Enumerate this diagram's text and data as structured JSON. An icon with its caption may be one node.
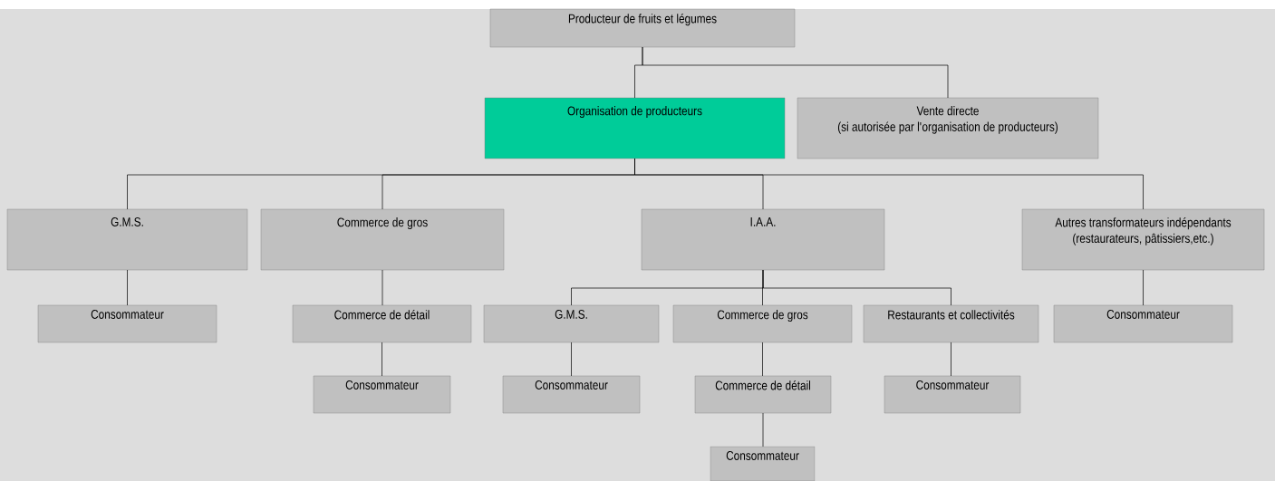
{
  "diagram": {
    "nodes": [
      {
        "text": [
          "Producteur de fruits et légumes"
        ]
      },
      {
        "text": [
          "Organisation de producteurs"
        ]
      },
      {
        "text": [
          "Vente directe",
          "(si autorisée par l'organisation de producteurs)"
        ]
      },
      {
        "text": [
          "G.M.S."
        ]
      },
      {
        "text": [
          "Commerce de gros"
        ]
      },
      {
        "text": [
          "I.A.A."
        ]
      },
      {
        "text": [
          "Autres transformateurs indépendants",
          "(restaurateurs, pâtissiers,etc.)"
        ]
      },
      {
        "text": [
          "Consommateur"
        ]
      },
      {
        "text": [
          "Commerce de détail"
        ]
      },
      {
        "text": [
          "Consommateur"
        ]
      },
      {
        "text": [
          "G.M.S."
        ]
      },
      {
        "text": [
          "Commerce de gros"
        ]
      },
      {
        "text": [
          "Restaurants et collectivités"
        ]
      },
      {
        "text": [
          "Consommateur"
        ]
      },
      {
        "text": [
          "Commerce de détail"
        ]
      },
      {
        "text": [
          "Consommateur"
        ]
      },
      {
        "text": [
          "Consommateur"
        ]
      },
      {
        "text": [
          "Consommateur"
        ]
      }
    ],
    "edges": [
      {
        "from": 0,
        "to": 1,
        "arrow": "none"
      },
      {
        "from": 0,
        "to": 2,
        "arrow": "none"
      },
      {
        "from": 1,
        "to": 3,
        "arrow": "none"
      },
      {
        "from": 1,
        "to": 4,
        "arrow": "none"
      },
      {
        "from": 1,
        "to": 5,
        "arrow": "none"
      },
      {
        "from": 1,
        "to": 6,
        "arrow": "none"
      },
      {
        "from": 3,
        "to": 7,
        "arrow": "none"
      },
      {
        "from": 4,
        "to": 8,
        "arrow": "none"
      },
      {
        "from": 8,
        "to": 9,
        "arrow": "none"
      },
      {
        "from": 5,
        "to": 10,
        "arrow": "none"
      },
      {
        "from": 5,
        "to": 11,
        "arrow": "none"
      },
      {
        "from": 5,
        "to": 12,
        "arrow": "none"
      },
      {
        "from": 10,
        "to": 13,
        "arrow": "none"
      },
      {
        "from": 11,
        "to": 14,
        "arrow": "none"
      },
      {
        "from": 14,
        "to": 16,
        "arrow": "none"
      },
      {
        "from": 12,
        "to": 15,
        "arrow": "none"
      },
      {
        "from": 6,
        "to": 17,
        "arrow": "none"
      }
    ]
  }
}
